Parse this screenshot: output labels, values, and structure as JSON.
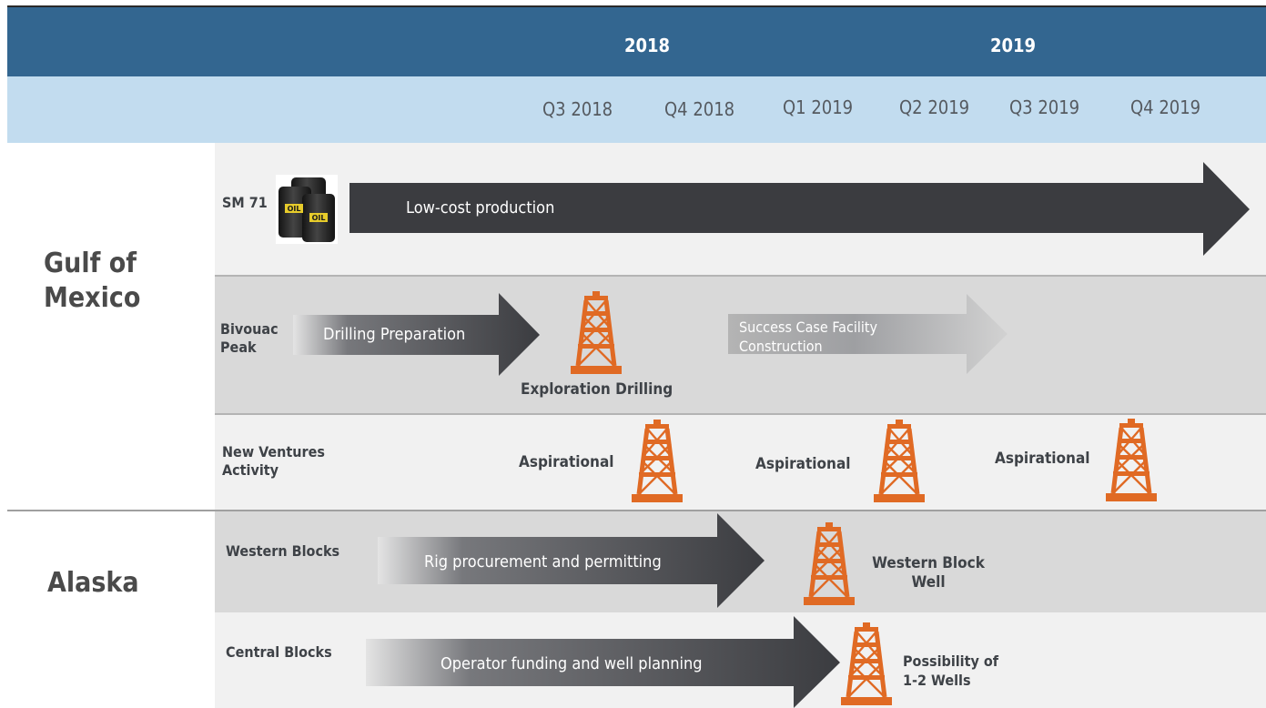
{
  "header": {
    "years": [
      "2018",
      "2019"
    ],
    "quarters": [
      "Q3 2018",
      "Q4 2018",
      "Q1 2019",
      "Q2 2019",
      "Q3 2019",
      "Q4 2019"
    ]
  },
  "regions": {
    "gulf": "Gulf of\nMexico",
    "alaska": "Alaska"
  },
  "rows": {
    "sm71": {
      "label": "SM 71",
      "arrow": "Low-cost production",
      "barrel_text": "OIL"
    },
    "bivouac": {
      "label": "Bivouac\nPeak",
      "arrow1": "Drilling Preparation",
      "milestone": "Exploration Drilling",
      "arrow2": "Success Case Facility\nConstruction"
    },
    "new_ventures": {
      "label": "New Ventures\nActivity",
      "milestones": [
        "Aspirational",
        "Aspirational",
        "Aspirational"
      ]
    },
    "western": {
      "label": "Western Blocks",
      "arrow": "Rig procurement and permitting",
      "milestone": "Western Block\nWell"
    },
    "central": {
      "label": "Central Blocks",
      "arrow": "Operator funding and well planning",
      "milestone": "Possibility of\n1-2 Wells"
    }
  },
  "colors": {
    "header_dark": "#336690",
    "header_light": "#c2dcef",
    "arrow_dark": "#3b3c40",
    "rig_orange": "#e06a24",
    "row_light": "#f1f1f1",
    "row_mid": "#d9d9d9"
  }
}
